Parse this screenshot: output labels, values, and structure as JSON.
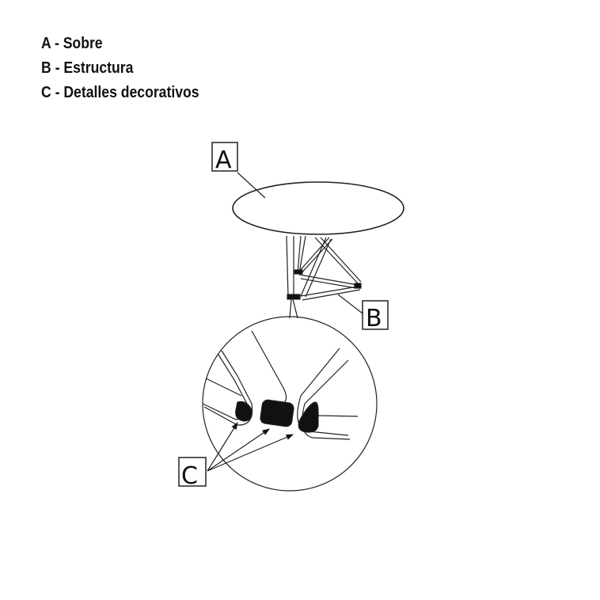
{
  "legend": [
    "A - Sobre",
    "B - Estructura",
    "C - Detalles decorativos"
  ],
  "callouts": {
    "a": "A",
    "b": "B",
    "c": "C"
  }
}
